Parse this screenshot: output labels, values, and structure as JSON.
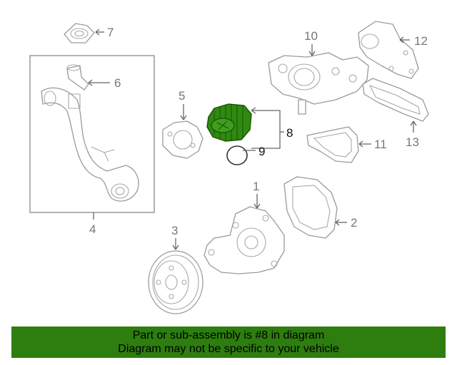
{
  "callouts": {
    "c1": "1",
    "c2": "2",
    "c3": "3",
    "c4": "4",
    "c5": "5",
    "c6": "6",
    "c7": "7",
    "c8": "8",
    "c9": "9",
    "c10": "10",
    "c11": "11",
    "c12": "12",
    "c13": "13"
  },
  "highlight_part": "8",
  "colors": {
    "highlight_fill": "#2f8a12",
    "banner_bg": "#2e7d0f",
    "line_gray": "#9a9a9a"
  },
  "banner": {
    "line1": "Part or sub-assembly is #8 in diagram",
    "line2": "Diagram may not be specific to your vehicle"
  }
}
